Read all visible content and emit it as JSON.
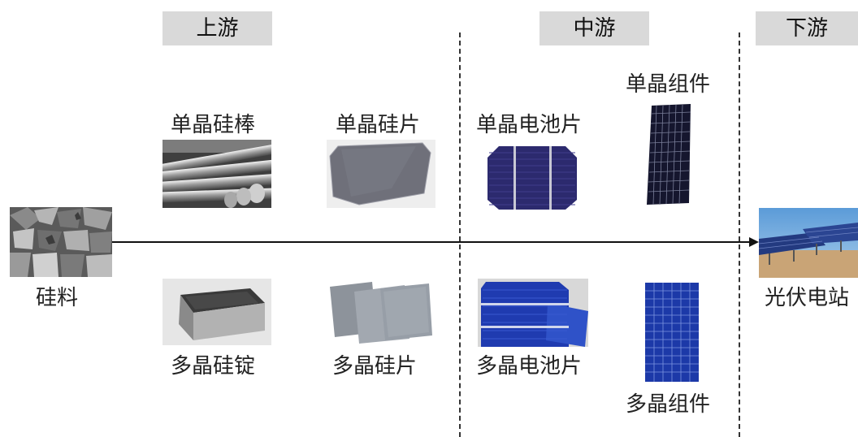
{
  "stages": {
    "upstream": "上游",
    "midstream": "中游",
    "downstream": "下游"
  },
  "items": {
    "silicon_material": "硅料",
    "mono_rod": "单晶硅棒",
    "mono_wafer": "单晶硅片",
    "mono_cell": "单晶电池片",
    "mono_module": "单晶组件",
    "multi_ingot": "多晶硅锭",
    "multi_wafer": "多晶硅片",
    "multi_cell": "多晶电池片",
    "multi_module": "多晶组件",
    "pv_plant": "光伏电站"
  },
  "colors": {
    "stage_box": "#d9d9d9",
    "flow_arrow": "#111111",
    "divider": "#333333",
    "mono_cell": "#2c2a6e",
    "multi_module": "#1c39a8"
  }
}
